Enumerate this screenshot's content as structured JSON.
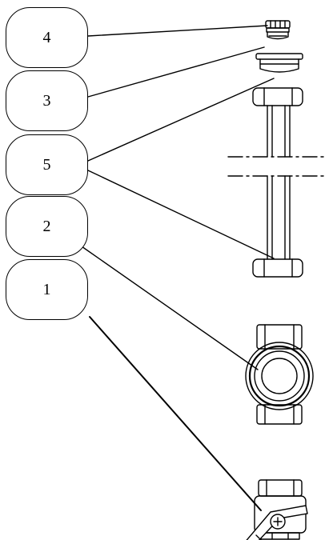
{
  "callouts": [
    {
      "id": "c4",
      "label": "4"
    },
    {
      "id": "c3",
      "label": "3"
    },
    {
      "id": "c5",
      "label": "5"
    },
    {
      "id": "c2",
      "label": "2"
    },
    {
      "id": "c1",
      "label": "1"
    }
  ],
  "colors": {
    "line": "#000000",
    "background": "#ffffff"
  }
}
